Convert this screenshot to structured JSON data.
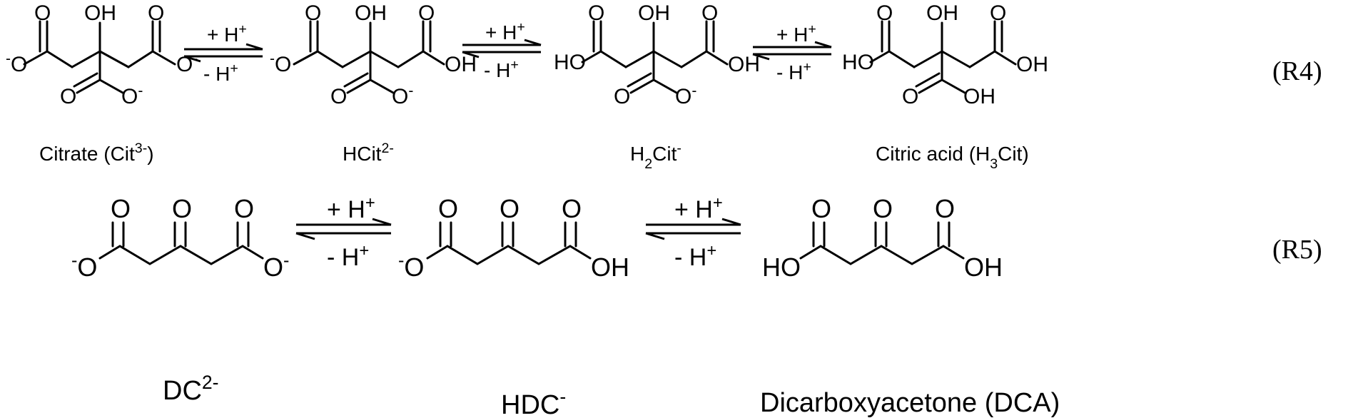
{
  "row1": {
    "reaction_label": "(R4)",
    "arrows": [
      {
        "forward": "+ H",
        "forward_sup": "+",
        "reverse": "- H",
        "reverse_sup": "+"
      },
      {
        "forward": "+ H",
        "forward_sup": "+",
        "reverse": "- H",
        "reverse_sup": "+"
      },
      {
        "forward": "+ H",
        "forward_sup": "+",
        "reverse": "- H",
        "reverse_sup": "+"
      }
    ],
    "species": [
      {
        "name": "Citrate (Cit",
        "name_sup": "3-",
        "name_tail": ")",
        "oh": "OH",
        "o": "O",
        "o_minus": "-",
        "left_group": "O",
        "right_group": "O",
        "bottom_group": "O"
      },
      {
        "name": "HCit",
        "name_sup": "2-",
        "oh": "OH",
        "o": "O",
        "o_minus": "-",
        "left_group": "O",
        "right_group": "OH",
        "bottom_group": "O"
      },
      {
        "name_pre": "H",
        "name_sub": "2",
        "name": "Cit",
        "name_sup": "-",
        "oh": "OH",
        "o": "O",
        "o_minus": "-",
        "left_group": "HO",
        "right_group": "OH",
        "bottom_group": "O"
      },
      {
        "name": "Citric acid (H",
        "name_sub": "3",
        "name_tail": "Cit)",
        "oh": "OH",
        "o": "O",
        "left_group": "HO",
        "right_group": "OH",
        "bottom_group": "OH"
      }
    ]
  },
  "row2": {
    "reaction_label": "(R5)",
    "arrows": [
      {
        "forward": "+ H",
        "forward_sup": "+",
        "reverse": "- H",
        "reverse_sup": "+"
      },
      {
        "forward": "+ H",
        "forward_sup": "+",
        "reverse": "- H",
        "reverse_sup": "+"
      }
    ],
    "species": [
      {
        "name": "DC",
        "name_sup": "2-",
        "o": "O",
        "o_minus": "-",
        "left_group": "O",
        "right_group": "O"
      },
      {
        "name": "HDC",
        "name_sup": "-",
        "o": "O",
        "o_minus": "-",
        "left_group": "O",
        "right_group": "OH"
      },
      {
        "name": "Dicarboxyacetone (DCA)",
        "o": "O",
        "left_group": "HO",
        "right_group": "OH"
      }
    ]
  }
}
